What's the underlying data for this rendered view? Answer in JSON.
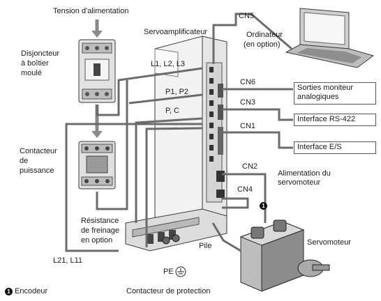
{
  "labels": {
    "supply_voltage": "Tension d'alimentation",
    "breaker": [
      "Disjoncteur",
      "à boîtier",
      "moulé"
    ],
    "contactor": [
      "Contacteur",
      "de",
      "puissance"
    ],
    "servo_amp": "Servoamplificateur",
    "computer": [
      "Ordinateur",
      "(en option)"
    ],
    "cn5": "CN5",
    "cn6": "CN6",
    "cn3": "CN3",
    "cn1": "CN1",
    "cn2": "CN2",
    "cn4": "CN4",
    "l1l2l3": "L1, L2, L3",
    "p1p2": "P1, P2",
    "pc": "P, C",
    "monitor_outputs": [
      "Sorties moniteur",
      "analogiques"
    ],
    "rs422": "Interface RS-422",
    "io": "Interface E/S",
    "motor_power": [
      "Alimentation du",
      "servomoteur"
    ],
    "resistor": [
      "Résistance",
      "de freinage",
      "en option"
    ],
    "battery": "Pile",
    "servomotor": "Servomoteur",
    "l21l11": "L21, L11",
    "pe": "PE",
    "encoder_badge": "1",
    "encoder": "Encodeur",
    "protection_contactor": "Contacteur de protection"
  },
  "colors": {
    "wire": "#6b6b6b",
    "device": "#d8d8d8",
    "device_dark": "#8a8a8a",
    "outline": "#3a3a3a"
  },
  "icons": [
    "circuit-breaker-icon",
    "power-contactor-icon",
    "servo-amplifier-icon",
    "laptop-icon",
    "servomotor-icon",
    "ground-icon"
  ]
}
